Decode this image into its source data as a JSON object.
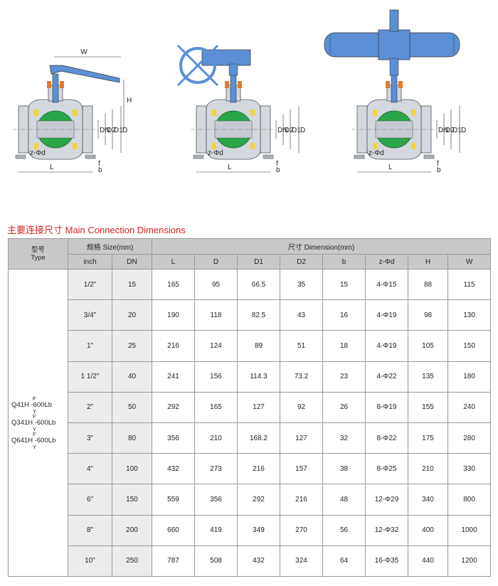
{
  "section_title": "主要连接尺寸 Main Connection Dimensions",
  "drawing_labels": {
    "w": "W",
    "h": "H",
    "dn": "DN",
    "d2": "D2",
    "d1": "D1",
    "d": "D",
    "l": "L",
    "f": "f",
    "b": "b",
    "zd": "z-Φd"
  },
  "colors": {
    "body_fill": "#d3d7de",
    "actuator_fill": "#5b8fd6",
    "ball_fill": "#2aa54a",
    "seat_fill": "#f2d33a",
    "stem_fill": "#e07b2e",
    "title_red": "#d6231c",
    "header_gray": "#c9c9c9"
  },
  "table": {
    "type_header": "型号\nType",
    "size_header": "规格 Size(mm)",
    "dimension_header": "尺寸 Dimension(mm)",
    "subheaders": [
      "inch",
      "DN",
      "L",
      "D",
      "D1",
      "D2",
      "b",
      "z-Φd",
      "H",
      "W"
    ],
    "models": [
      {
        "sup": "F",
        "main": "Q41H -600Lb",
        "sub": "Y"
      },
      {
        "sup": "F",
        "main": "Q341H -600Lb",
        "sub": "Y"
      },
      {
        "sup": "F",
        "main": "Q641H -600Lb",
        "sub": "Y"
      }
    ],
    "rows": [
      [
        "1/2\"",
        "15",
        "165",
        "95",
        "66.5",
        "35",
        "15",
        "4-Φ15",
        "88",
        "115"
      ],
      [
        "3/4\"",
        "20",
        "190",
        "118",
        "82.5",
        "43",
        "16",
        "4-Φ19",
        "98",
        "130"
      ],
      [
        "1\"",
        "25",
        "216",
        "124",
        "89",
        "51",
        "18",
        "4-Φ19",
        "105",
        "150"
      ],
      [
        "1 1/2\"",
        "40",
        "241",
        "156",
        "114.3",
        "73.2",
        "23",
        "4-Φ22",
        "135",
        "180"
      ],
      [
        "2\"",
        "50",
        "292",
        "165",
        "127",
        "92",
        "26",
        "8-Φ19",
        "155",
        "240"
      ],
      [
        "3\"",
        "80",
        "356",
        "210",
        "168.2",
        "127",
        "32",
        "8-Φ22",
        "175",
        "280"
      ],
      [
        "4\"",
        "100",
        "432",
        "273",
        "216",
        "157",
        "38",
        "8-Φ25",
        "210",
        "330"
      ],
      [
        "6\"",
        "150",
        "559",
        "356",
        "292",
        "216",
        "48",
        "12-Φ29",
        "340",
        "800"
      ],
      [
        "8\"",
        "200",
        "660",
        "419",
        "349",
        "270",
        "56",
        "12-Φ32",
        "400",
        "1000"
      ],
      [
        "10\"",
        "250",
        "787",
        "508",
        "432",
        "324",
        "64",
        "16-Φ35",
        "440",
        "1200"
      ]
    ]
  }
}
